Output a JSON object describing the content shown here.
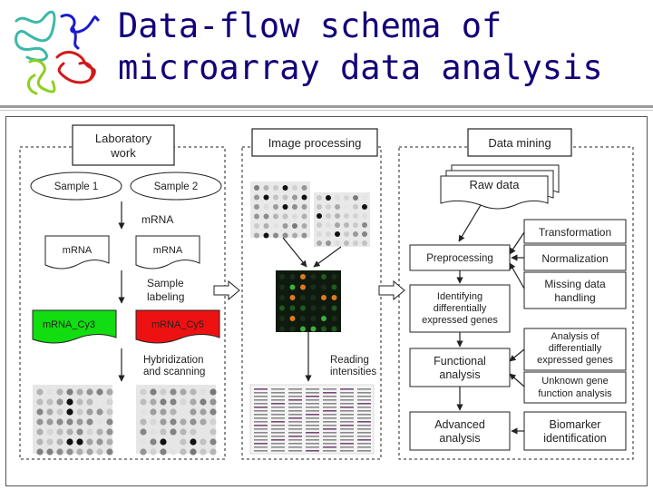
{
  "title": {
    "line1": "Data-flow schema of",
    "line2": "microarray data analysis"
  },
  "lab": {
    "header_line1": "Laboratory",
    "header_line2": "work",
    "sample1": "Sample 1",
    "sample2": "Sample 2",
    "mrna_label": "mRNA",
    "mrna_box1": "mRNA",
    "mrna_box2": "mRNA",
    "labeling_line1": "Sample",
    "labeling_line2": "labeling",
    "cy3": "mRNA_Cy3",
    "cy5": "mRNA_Cy5",
    "hyb_line1": "Hybridization",
    "hyb_line2": "and scanning"
  },
  "image": {
    "header": "Image processing",
    "reading_line1": "Reading",
    "reading_line2": "intensities"
  },
  "mining": {
    "header": "Data mining",
    "raw": "Raw data",
    "preprocessing": "Preprocessing",
    "transformation": "Transformation",
    "normalization": "Normalization",
    "missing_line1": "Missing data",
    "missing_line2": "handling",
    "ident_line1": "Identifying",
    "ident_line2": "differentially",
    "ident_line3": "expressed genes",
    "functional_line1": "Functional",
    "functional_line2": "analysis",
    "analysis_line1": "Analysis of",
    "analysis_line2": "differentially",
    "analysis_line3": "expressed genes",
    "unknown_line1": "Unknown gene",
    "unknown_line2": "function analysis",
    "advanced_line1": "Advanced",
    "advanced_line2": "analysis",
    "biomarker_line1": "Biomarker",
    "biomarker_line2": "identification"
  },
  "colors": {
    "title": "#120078",
    "cy3": "#11dd11",
    "cy5": "#ee1111"
  }
}
